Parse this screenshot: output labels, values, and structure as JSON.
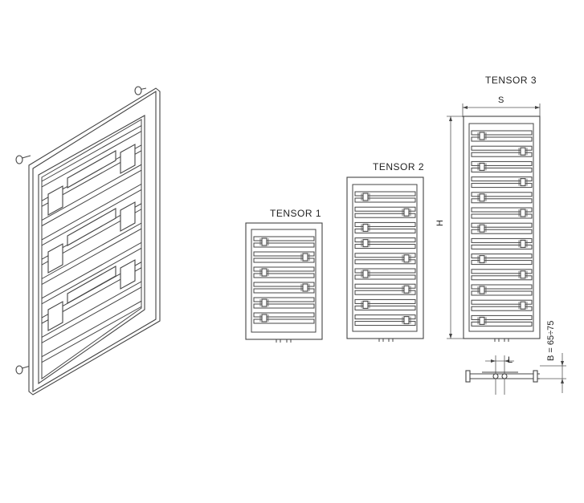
{
  "labels": {
    "tensor1": "TENSOR 1",
    "tensor2": "TENSOR 2",
    "tensor3": "TENSOR 3"
  },
  "dimensions": {
    "width": "S",
    "height": "H",
    "length": "L",
    "bracket": "B = 65÷75"
  },
  "colors": {
    "line": "#444444",
    "background": "#ffffff"
  }
}
